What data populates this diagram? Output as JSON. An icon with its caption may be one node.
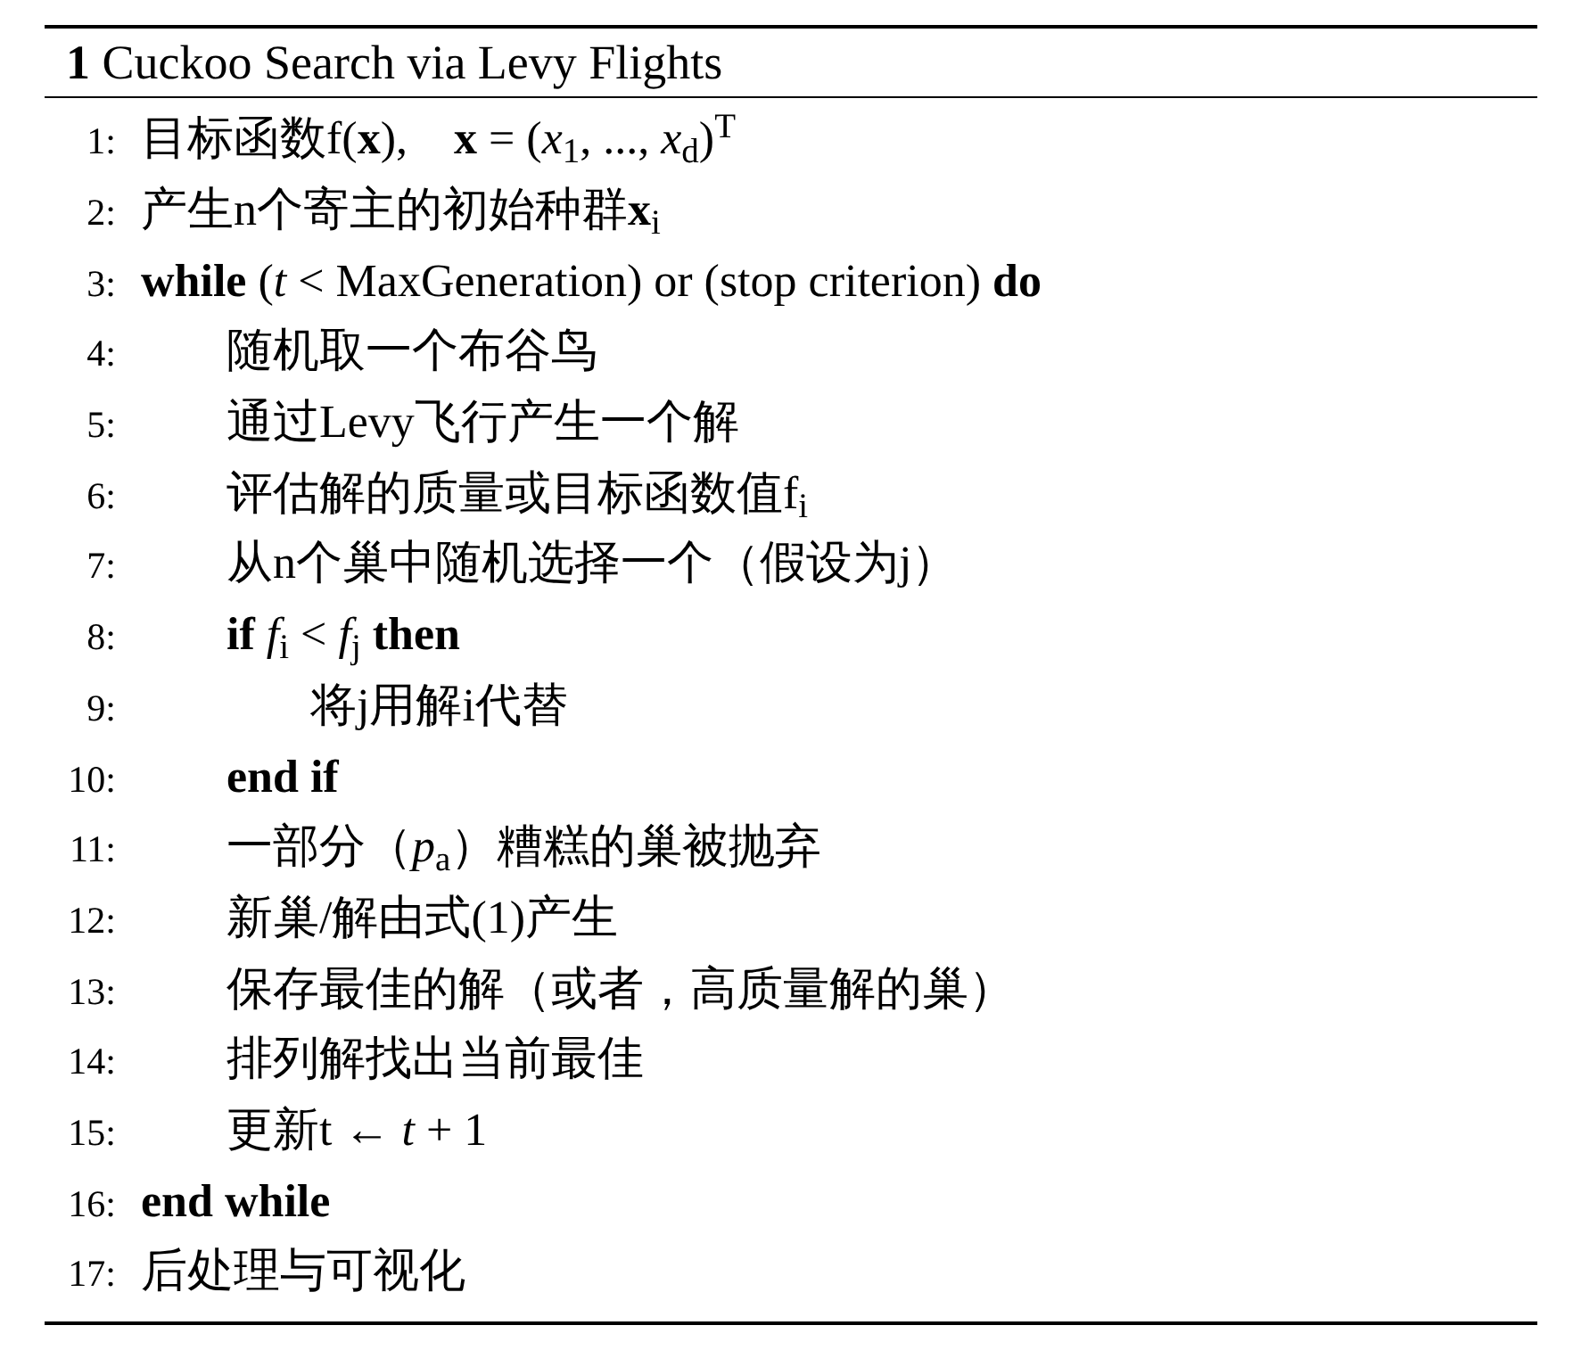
{
  "diagram": {
    "title": "**1** Cuckoo Search via Levy Flights",
    "labels": [
      "1:",
      "目标函数f(**x**),    **x** = (*x*$_{1}$, ..., *x*$_{d}$)$^{T}$",
      "2:",
      "产生n个寄主的初始种群**x**$_{i}$",
      "3:",
      "**while** (*t* < MaxGeneration) or (stop criterion) **do**",
      "4:",
      "随机取一个布谷鸟",
      "5:",
      "通过Levy飞行产生一个解",
      "6:",
      "评估解的质量或目标函数值f$_{i}$",
      "7:",
      "从n个巢中随机选择一个（假设为j）",
      "8:",
      "**if** *f*$_{i}$ < *f*$_{j}$ **then**",
      "9:",
      "将j用解i代替",
      "10:",
      "**end if**",
      "11:",
      "一部分（*p*$_{a}$）糟糕的巢被抛弃",
      "12:",
      "新巢/解由式(1)产生",
      "13:",
      "保存最佳的解（或者，高质量解的巢）",
      "14:",
      "排列解找出当前最佳",
      "15:",
      "更新t ← *t* + 1",
      "16:",
      "**end while**",
      "17:",
      "后处理与可视化"
    ]
  }
}
